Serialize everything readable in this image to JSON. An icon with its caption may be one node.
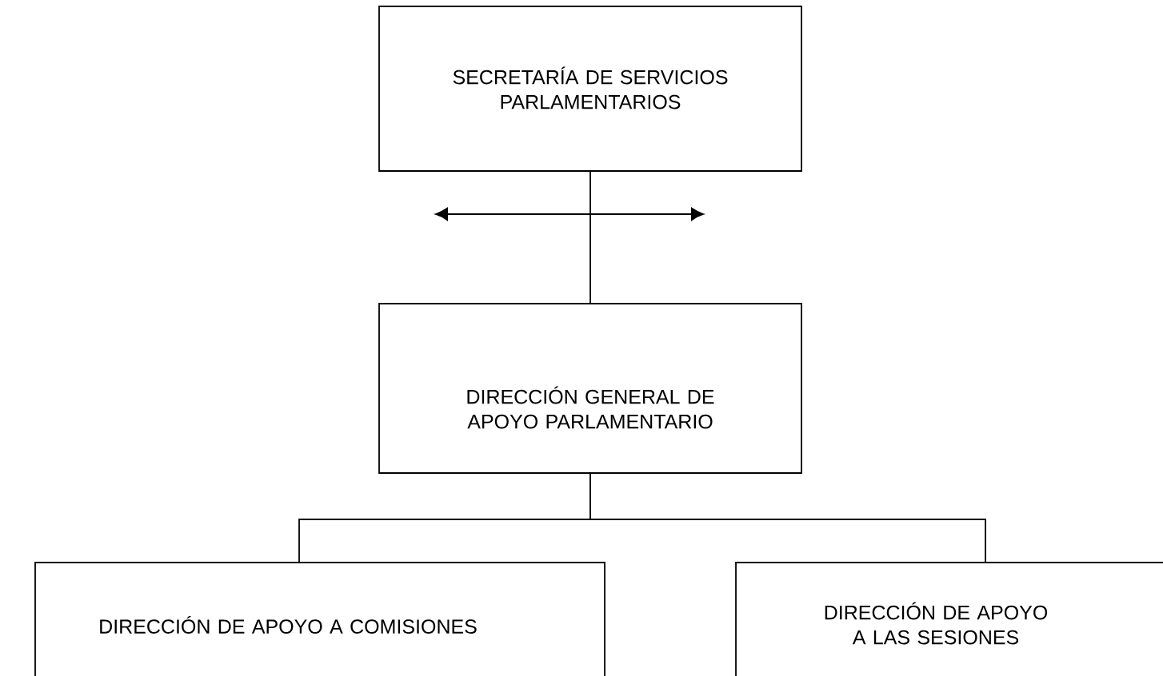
{
  "diagram": {
    "nodes": [
      {
        "text": [
          "SECRETARÍA DE SERVICIOS PARLAMENTARIOS"
        ]
      },
      {
        "text": [
          "DIRECCIÓN GENERAL DE APOYO PARLAMENTARIO"
        ]
      },
      {
        "text": [
          "DIRECCIÓN DE APOYO A COMISIONES"
        ]
      },
      {
        "text": [
          "DIRECCIÓN DE APOYO A LAS SESIONES"
        ]
      }
    ],
    "edges": [
      {
        "from": 0,
        "to": 1,
        "arrow": "none"
      },
      {
        "from": 1,
        "to": 2,
        "arrow": "none"
      },
      {
        "from": 1,
        "to": 3,
        "arrow": "none"
      }
    ]
  }
}
